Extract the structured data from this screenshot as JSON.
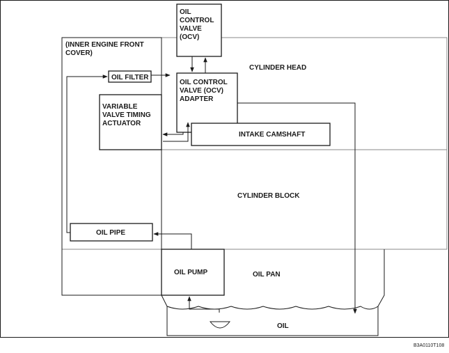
{
  "ocv": [
    "OIL",
    "CONTROL",
    "VALVE",
    "(OCV)"
  ],
  "cover": [
    "(INNER ENGINE FRONT",
    "COVER)"
  ],
  "cylinder_head": "CYLINDER HEAD",
  "oil_filter": "OIL FILTER",
  "ocv_adapter": [
    "OIL CONTROL",
    "VALVE (OCV)",
    "ADAPTER"
  ],
  "vvt_actuator": [
    "VARIABLE",
    "VALVE TIMING",
    "ACTUATOR"
  ],
  "intake_camshaft": "INTAKE CAMSHAFT",
  "cylinder_block": "CYLINDER BLOCK",
  "oil_pipe": "OIL PIPE",
  "oil_pump": "OIL PUMP",
  "oil_pan": "OIL PAN",
  "oil": "OIL",
  "figure_code": "B3A0110T108"
}
